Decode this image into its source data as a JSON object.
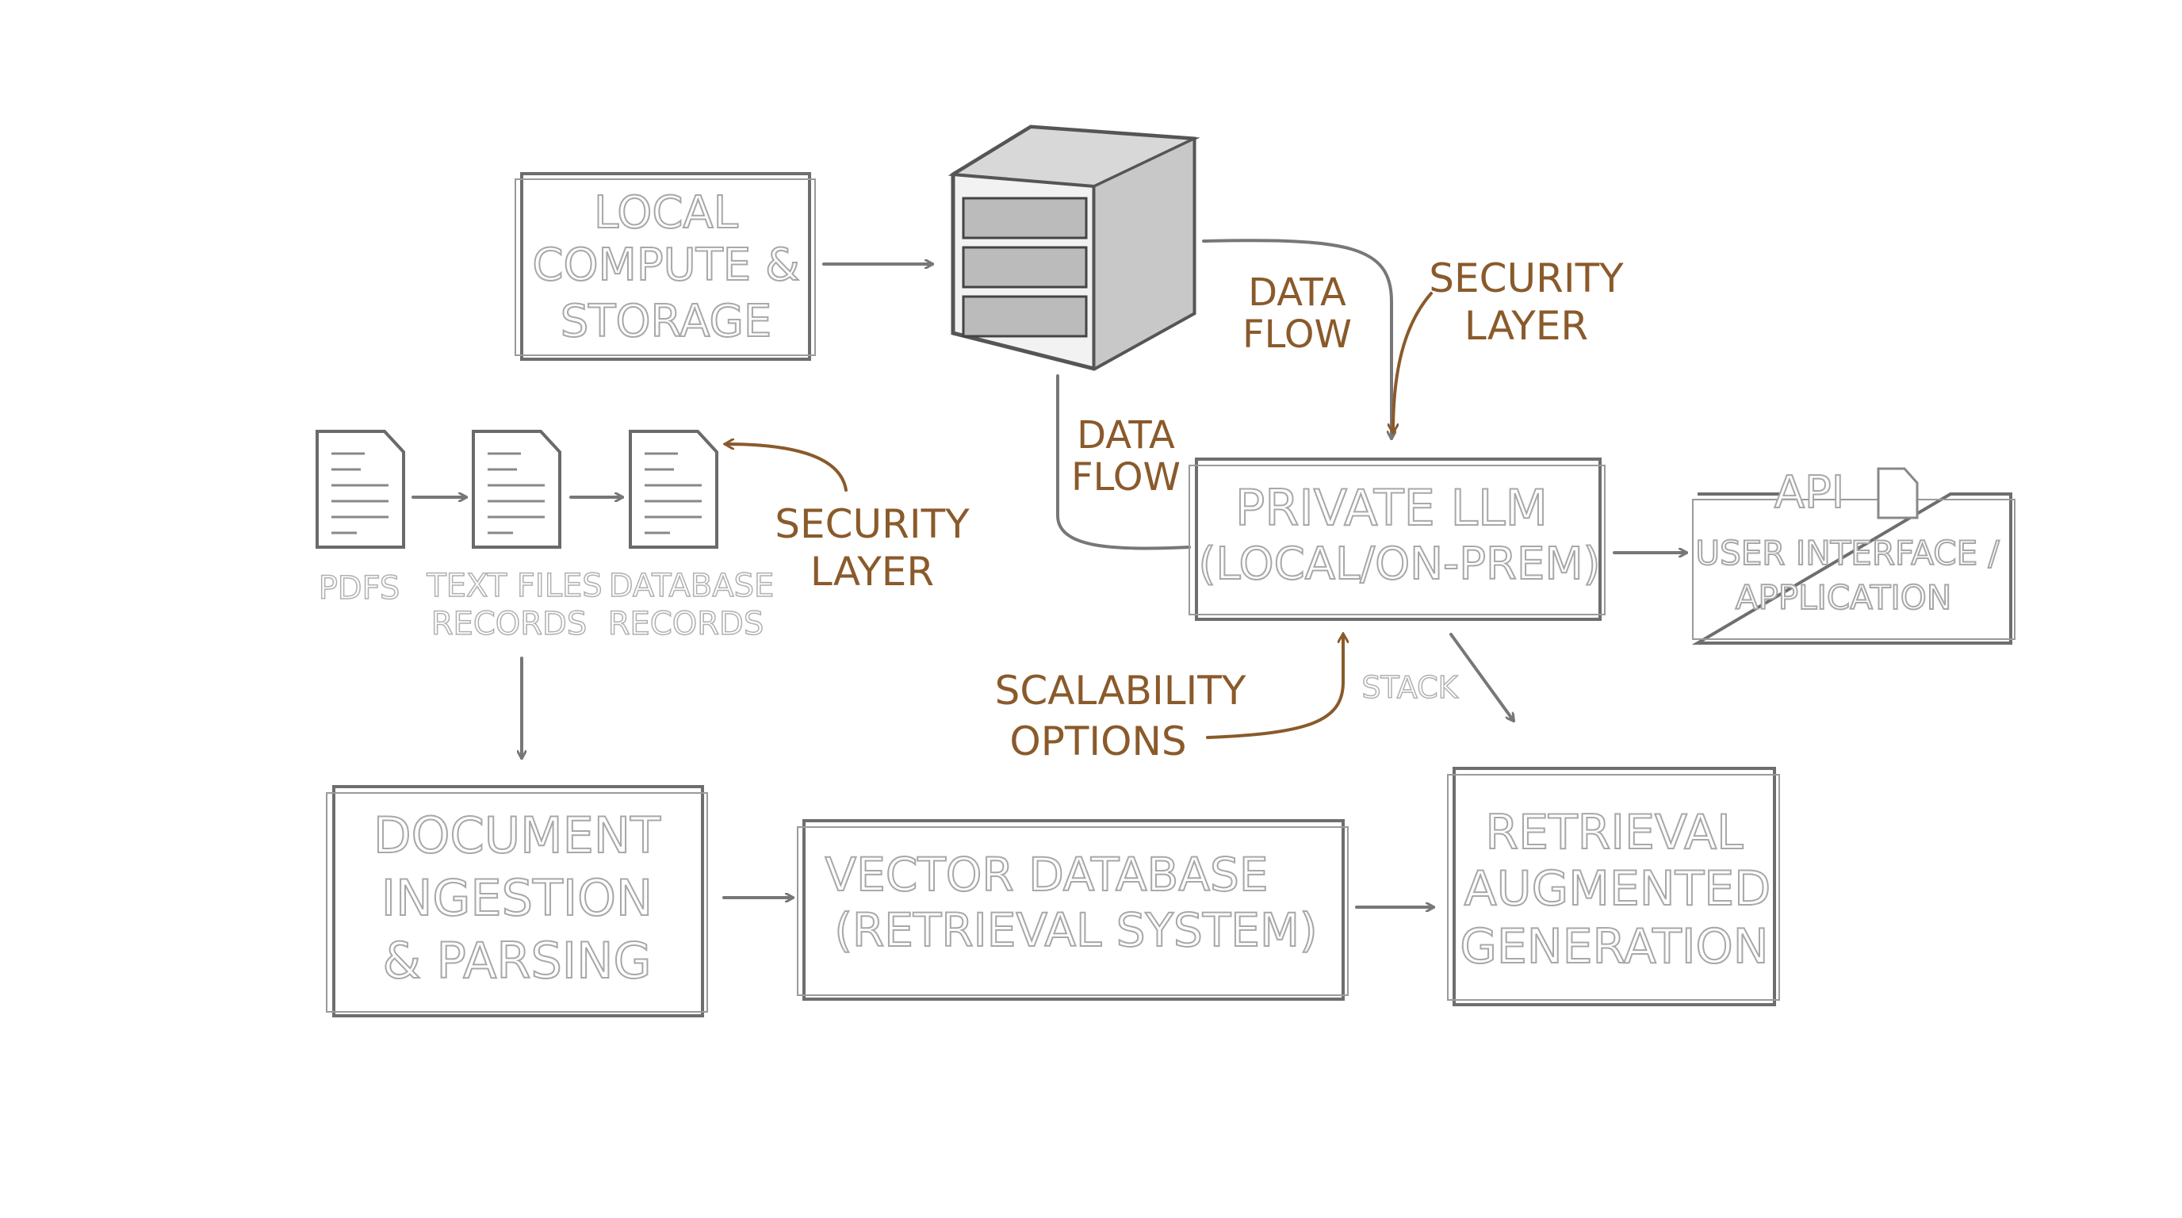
{
  "colors": {
    "sketch_gray": "#6e6e6e",
    "label_brown": "#8a5a2b",
    "background": "#ffffff"
  },
  "nodes": {
    "local_compute": [
      "LOCAL",
      "COMPUTE &",
      "STORAGE"
    ],
    "private_llm": [
      "PRIVATE LLM",
      "(LOCAL/ON-PREM)"
    ],
    "user_interface": {
      "api": "API",
      "lines": [
        "USER INTERFACE /",
        "APPLICATION"
      ],
      "icon": "document-icon"
    },
    "document_ingestion": [
      "DOCUMENT",
      "INGESTION",
      "& PARSING"
    ],
    "vector_database": [
      "VECTOR DATABASE",
      "(RETRIEVAL SYSTEM)"
    ],
    "rag": [
      "RETRIEVAL",
      "AUGMENTED",
      "GENERATION"
    ],
    "server": {
      "icon": "server-rack-icon"
    }
  },
  "sources": [
    {
      "lines": [
        "PDFS"
      ],
      "icon": "document-icon"
    },
    {
      "lines": [
        "TEXT FILES",
        "RECORDS"
      ],
      "icon": "document-icon"
    },
    {
      "lines": [
        "DATABASE",
        "RECORDS"
      ],
      "icon": "document-icon"
    }
  ],
  "annotations": {
    "data_flow_upper": [
      "DATA",
      "FLOW"
    ],
    "data_flow_left": [
      "DATA",
      "FLOW"
    ],
    "security_layer_top": [
      "SECURITY",
      "LAYER"
    ],
    "security_layer_left": [
      "SECURITY",
      "LAYER"
    ],
    "scalability": [
      "SCALABILITY",
      "OPTIONS"
    ],
    "stack": "STACK"
  }
}
